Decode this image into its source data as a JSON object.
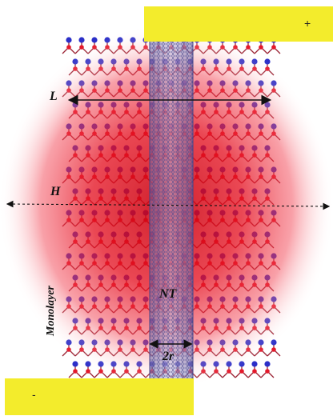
{
  "electrodes": {
    "top_label": "+",
    "bottom_label": "-"
  },
  "labels": {
    "L": "L",
    "H": "H",
    "NT": "NT",
    "two_r": "2r",
    "monolayer": "Monolayer"
  },
  "colors": {
    "electrode": "#f3ec2c",
    "glow": "#d8000f",
    "atom_blue": "#2b2fc8",
    "atom_red": "#e4182a",
    "atom_purple": "#6e2a9a",
    "bond": "#9a2233",
    "tube": "#8888c8"
  }
}
